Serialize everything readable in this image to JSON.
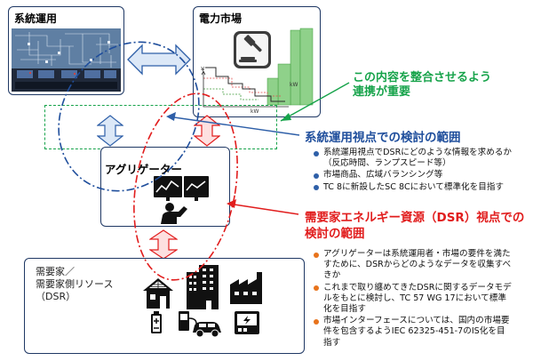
{
  "boxes": {
    "grid_operation": "系統運用",
    "power_market": "電力市場",
    "aggregator": "アグリゲーター",
    "consumer_lines": [
      "需要家／",
      "需要家側リソース",
      "（DSR）"
    ]
  },
  "market_chart": {
    "x_label": "kW",
    "price_axis": "¥"
  },
  "annotations": {
    "align_lines": [
      "この内容を整合させるよう",
      "連携が重要"
    ],
    "grid_scope_title": "系統運用視点での検討の範囲",
    "grid_scope_bullets": [
      "系統運用視点でDSRにどのような情報を求めるか（反応時間、ランプスピード等）",
      "市場商品、広域バランシング等",
      "TC 8に新設したSC 8Cにおいて標準化を目指す"
    ],
    "dsr_scope_title_lines": [
      "需要家エネルギー資源（DSR）視点での",
      "検討の範囲"
    ],
    "dsr_scope_bullets": [
      "アグリゲーターは系統運用者・市場の要件を満たすために、DSRからどのようなデータを収集すべきか",
      "これまで取り纏めてきたDSRに関するデータモデルをもとに検討し、TC 57 WG 17において標準化を目指す",
      "市場インターフェースについては、国内の市場要件を包含するようIEC 62325-451-7のIS化を目指す"
    ]
  },
  "colors": {
    "green": "#16a34a",
    "blue": "#1f4e9c",
    "red": "#e11d1d",
    "box_border": "#1f3864",
    "arrow_blue_light": "#dce8f7",
    "arrow_red_light": "#fde0e0"
  },
  "icons": [
    "control-room-photo",
    "auction-gavel-icon",
    "operator-at-screens-icon",
    "solar-panel-house-icon",
    "apartment-building-icon",
    "factory-icon",
    "battery-icon",
    "electric-vehicle-icon",
    "power-storage-icon"
  ]
}
